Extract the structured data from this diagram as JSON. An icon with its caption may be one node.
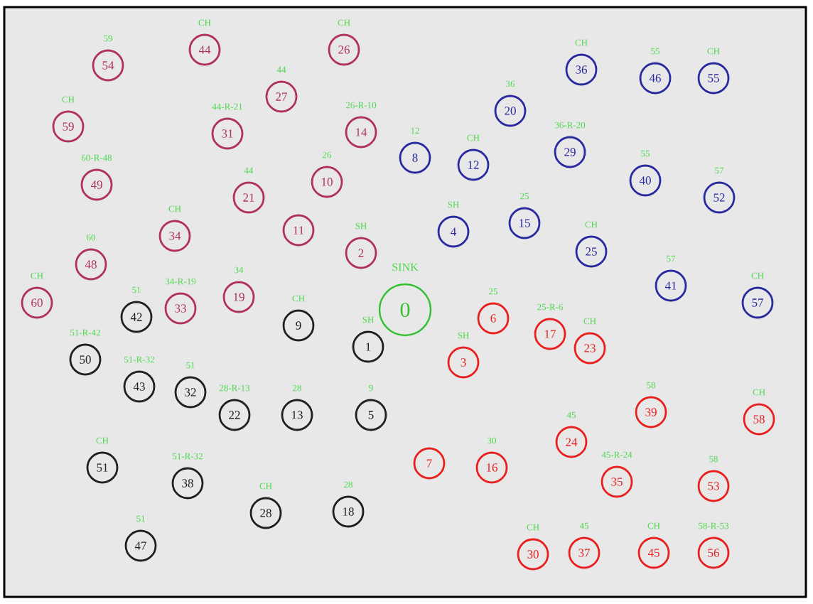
{
  "diagram": {
    "nodes": [
      {
        "text": [
          "44"
        ],
        "beside": [
          "CH"
        ]
      },
      {
        "text": [
          "26"
        ],
        "beside": [
          "CH"
        ]
      },
      {
        "text": [
          "54"
        ],
        "beside": [
          "59"
        ]
      },
      {
        "text": [
          "36"
        ],
        "beside": [
          "CH"
        ]
      },
      {
        "text": [
          "46"
        ],
        "beside": [
          "55"
        ]
      },
      {
        "text": [
          "55"
        ],
        "beside": [
          "CH"
        ]
      },
      {
        "text": [
          "27"
        ],
        "beside": [
          "44"
        ]
      },
      {
        "text": [
          "20"
        ],
        "beside": [
          "36"
        ]
      },
      {
        "text": [
          "59"
        ],
        "beside": [
          "CH"
        ]
      },
      {
        "text": [
          "14"
        ],
        "beside": [
          "26-R-10"
        ]
      },
      {
        "text": [
          "31"
        ],
        "beside": [
          "44-R-21"
        ]
      },
      {
        "text": [
          "29"
        ],
        "beside": [
          "36-R-20"
        ]
      },
      {
        "text": [
          "8"
        ],
        "beside": [
          "12"
        ]
      },
      {
        "text": [
          "12"
        ],
        "beside": [
          "CH"
        ]
      },
      {
        "text": [
          "40"
        ],
        "beside": [
          "55"
        ]
      },
      {
        "text": [
          "10"
        ],
        "beside": [
          "26"
        ]
      },
      {
        "text": [
          "49"
        ],
        "beside": [
          "60-R-48"
        ]
      },
      {
        "text": [
          "21"
        ],
        "beside": [
          "44"
        ]
      },
      {
        "text": [
          "52"
        ],
        "beside": [
          "57"
        ]
      },
      {
        "text": [
          "15"
        ],
        "beside": [
          "25"
        ]
      },
      {
        "text": [
          "11"
        ]
      },
      {
        "text": [
          "4"
        ],
        "beside": [
          "SH"
        ]
      },
      {
        "text": [
          "34"
        ],
        "beside": [
          "CH"
        ]
      },
      {
        "text": [
          "25"
        ],
        "beside": [
          "CH"
        ]
      },
      {
        "text": [
          "2"
        ],
        "beside": [
          "SH"
        ]
      },
      {
        "text": [
          "48"
        ],
        "beside": [
          "60"
        ]
      },
      {
        "text": [
          "41"
        ],
        "beside": [
          "57"
        ]
      },
      {
        "text": [
          "19"
        ],
        "beside": [
          "34"
        ]
      },
      {
        "text": [
          "60"
        ],
        "beside": [
          "CH"
        ]
      },
      {
        "text": [
          "57"
        ],
        "beside": [
          "CH"
        ]
      },
      {
        "text": [
          "0"
        ],
        "beside": [
          "SINK"
        ]
      },
      {
        "text": [
          "33"
        ],
        "beside": [
          "34-R-19"
        ]
      },
      {
        "text": [
          "42"
        ],
        "beside": [
          "51"
        ]
      },
      {
        "text": [
          "6"
        ],
        "beside": [
          "25"
        ]
      },
      {
        "text": [
          "9"
        ],
        "beside": [
          "CH"
        ]
      },
      {
        "text": [
          "17"
        ],
        "beside": [
          "25-R-6"
        ]
      },
      {
        "text": [
          "1"
        ],
        "beside": [
          "SH"
        ]
      },
      {
        "text": [
          "23"
        ],
        "beside": [
          "CH"
        ]
      },
      {
        "text": [
          "50"
        ],
        "beside": [
          "51-R-42"
        ]
      },
      {
        "text": [
          "3"
        ],
        "beside": [
          "SH"
        ]
      },
      {
        "text": [
          "43"
        ],
        "beside": [
          "51-R-32"
        ]
      },
      {
        "text": [
          "32"
        ],
        "beside": [
          "51"
        ]
      },
      {
        "text": [
          "39"
        ],
        "beside": [
          "58"
        ]
      },
      {
        "text": [
          "22"
        ],
        "beside": [
          "28-R-13"
        ]
      },
      {
        "text": [
          "13"
        ],
        "beside": [
          "28"
        ]
      },
      {
        "text": [
          "5"
        ],
        "beside": [
          "9"
        ]
      },
      {
        "text": [
          "58"
        ],
        "beside": [
          "CH"
        ]
      },
      {
        "text": [
          "24"
        ],
        "beside": [
          "45"
        ]
      },
      {
        "text": [
          "7"
        ]
      },
      {
        "text": [
          "51"
        ],
        "beside": [
          "CH"
        ]
      },
      {
        "text": [
          "16"
        ],
        "beside": [
          "30"
        ]
      },
      {
        "text": [
          "35"
        ],
        "beside": [
          "45-R-24"
        ]
      },
      {
        "text": [
          "38"
        ],
        "beside": [
          "51-R-32"
        ]
      },
      {
        "text": [
          "53"
        ],
        "beside": [
          "58"
        ]
      },
      {
        "text": [
          "18"
        ],
        "beside": [
          "28"
        ]
      },
      {
        "text": [
          "28"
        ],
        "beside": [
          "CH"
        ]
      },
      {
        "text": [
          "47"
        ],
        "beside": [
          "51"
        ]
      },
      {
        "text": [
          "30"
        ],
        "beside": [
          "CH"
        ]
      },
      {
        "text": [
          "37"
        ],
        "beside": [
          "45"
        ]
      },
      {
        "text": [
          "45"
        ],
        "beside": [
          "CH"
        ]
      },
      {
        "text": [
          "56"
        ],
        "beside": [
          "58-R-53"
        ]
      }
    ]
  }
}
